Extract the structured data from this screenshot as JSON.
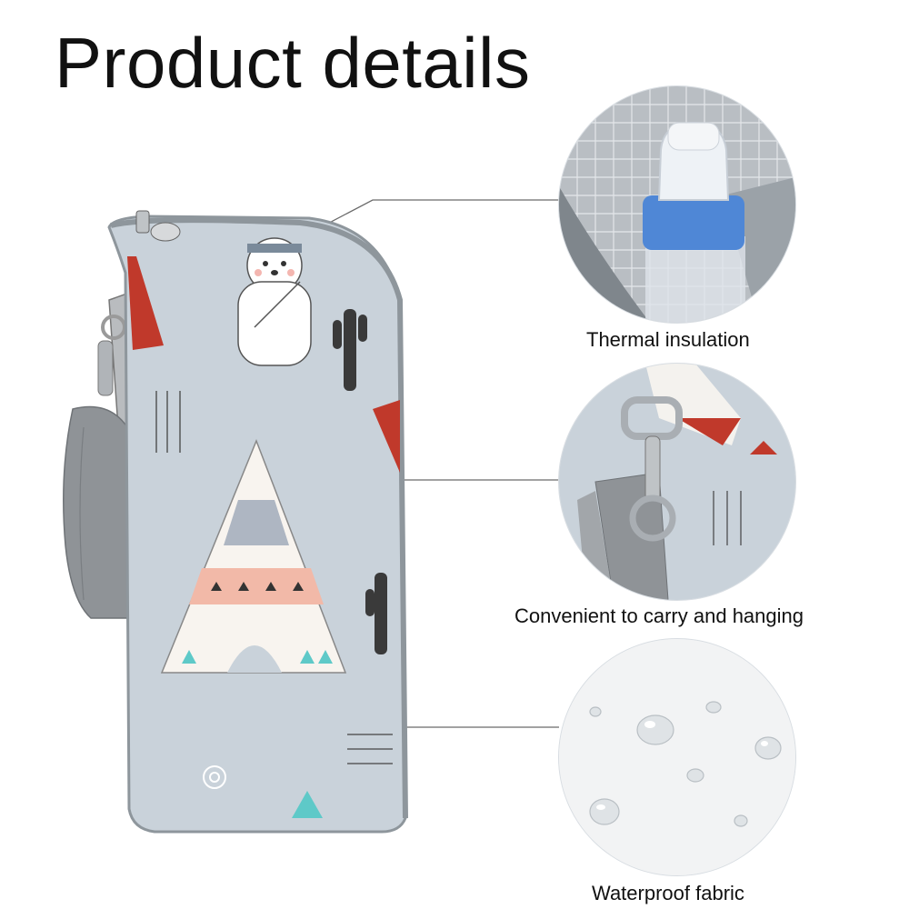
{
  "title": "Product details",
  "features": [
    {
      "caption": "Thermal insulation",
      "icon": "bottle-closeup"
    },
    {
      "caption": "Convenient to carry and hanging",
      "icon": "clip-strap-closeup"
    },
    {
      "caption": "Waterproof fabric",
      "icon": "water-droplets-closeup"
    }
  ],
  "colors": {
    "bag": "#c9d2da",
    "bag_edge": "#8e969c",
    "strap": "#8f9397",
    "accent_red": "#c0392b",
    "accent_teal": "#5ec9c8",
    "accent_peach": "#f2b9a8"
  }
}
